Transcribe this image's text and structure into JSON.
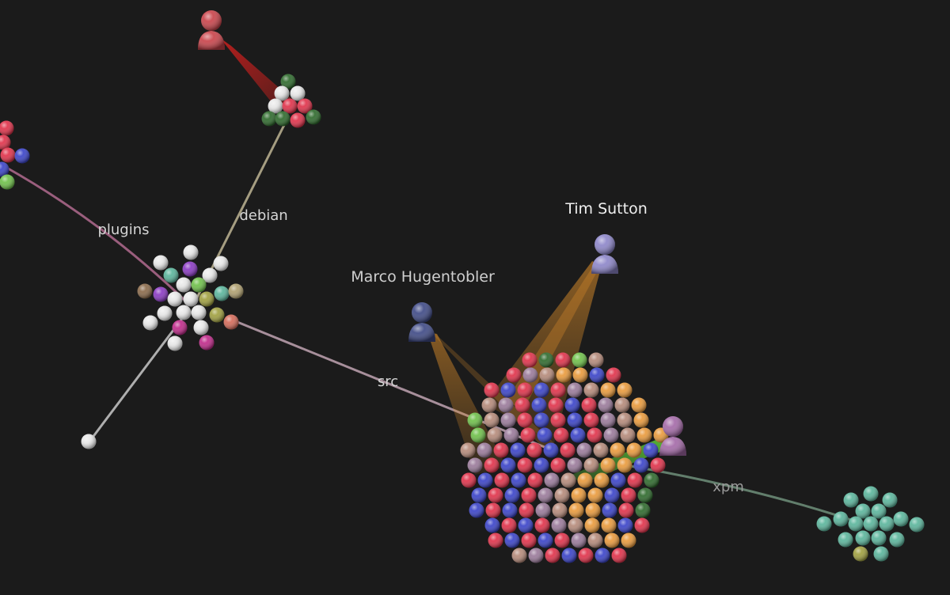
{
  "visualization": {
    "background": "#1b1b1b",
    "directories": [
      {
        "id": "plugins",
        "label": "plugins",
        "edge_color": "#b06a8e"
      },
      {
        "id": "debian",
        "label": "debian",
        "edge_color": "#bdb493"
      },
      {
        "id": "src",
        "label": "src",
        "edge_color": "#c0a3b2"
      },
      {
        "id": "xpm",
        "label": "xpm",
        "edge_color": "#6f8f7a"
      }
    ],
    "users": [
      {
        "id": "tim",
        "label": "Tim Sutton",
        "color": "#8d86c9",
        "beam_color": "#d68a2a"
      },
      {
        "id": "marco",
        "label": "Marco Hugentobler",
        "color": "#3f4a86",
        "beam_color": "#d68a2a"
      },
      {
        "id": "red_user",
        "label": "",
        "color": "#c9434a",
        "beam_color": "#d0201e"
      },
      {
        "id": "purple_user",
        "label": "",
        "color": "#a46aa8",
        "beam_color": "#5ec93a"
      }
    ],
    "file_colors": {
      "red": "#e0324a",
      "blue": "#3a43c8",
      "orange": "#e99a3c",
      "mauve": "#9a7a9a",
      "tan": "#b58a7a",
      "green": "#6fc04a",
      "darkgreen": "#2e6a2c",
      "white": "#e8e8e8",
      "teal": "#5bb59c",
      "purple": "#8a3ac2",
      "magenta": "#c02a8a",
      "olive": "#a0a040",
      "khaki": "#b0a070",
      "salmon": "#d56b5a",
      "brown": "#8a6a4a"
    }
  }
}
